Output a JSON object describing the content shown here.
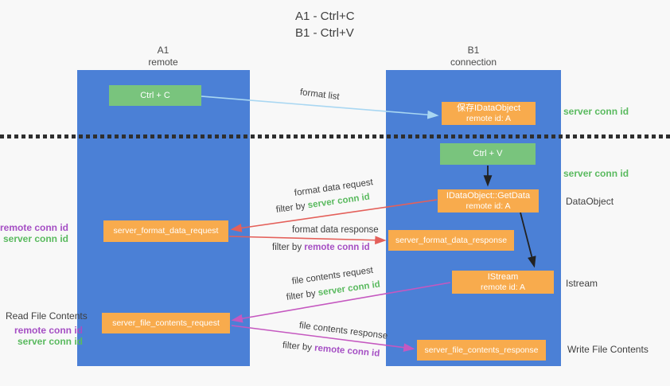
{
  "title": {
    "line1": "A1 - Ctrl+C",
    "line2": "B1 - Ctrl+V"
  },
  "columns": {
    "left": {
      "name": "A1",
      "role": "remote"
    },
    "right": {
      "name": "B1",
      "role": "connection"
    }
  },
  "boxes": {
    "ctrl_c": "Ctrl + C",
    "ctrl_v": "Ctrl + V",
    "save_idataobject": {
      "line1": "保存IDataObject",
      "line2": "remote id: A"
    },
    "getdata": {
      "line1": "IDataObject::GetData",
      "line2": "remote id: A"
    },
    "istream": {
      "line1": "IStream",
      "line2": "remote id: A"
    },
    "format_request": "server_format_data_request",
    "format_response": "server_format_data_response",
    "file_request": "server_file_contents_request",
    "file_response": "server_file_contents_response"
  },
  "labels": {
    "format_list": "format list",
    "format_data_request": "format data request",
    "format_data_response": "format data response",
    "file_contents_request": "file contents request",
    "file_contents_response": "file contents response",
    "filter_by": "filter by ",
    "server_conn_id": "server conn id",
    "remote_conn_id": "remote conn id"
  },
  "side_labels": {
    "server_conn_id_top": "server conn id",
    "server_conn_id_mid": "server conn id",
    "dataobject": "DataObject",
    "istream": "Istream",
    "write_file_contents": "Write File Contents",
    "read_file_contents": "Read File Contents",
    "remote_conn_id": "remote conn id",
    "server_conn_id": "server conn id"
  },
  "colors": {
    "lifeline_blue": "#4b80d6",
    "box_green": "#79c47d",
    "box_orange": "#f8ab4d",
    "arrow_light_blue": "#a9d7f2",
    "arrow_red": "#e4605a",
    "arrow_magenta": "#c558c0",
    "arrow_black": "#222222",
    "text_green": "#5aba5f",
    "text_purple": "#a54fc4",
    "background": "#f8f8f8"
  }
}
